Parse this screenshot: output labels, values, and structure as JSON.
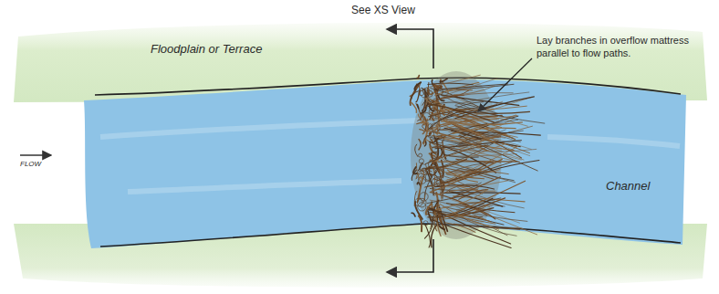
{
  "diagram": {
    "labels": [
      "See XS View",
      "Floodplain or Terrace",
      "Lay branches in overflow mattress parallel to flow paths.",
      "Channel",
      "FLOW"
    ]
  }
}
